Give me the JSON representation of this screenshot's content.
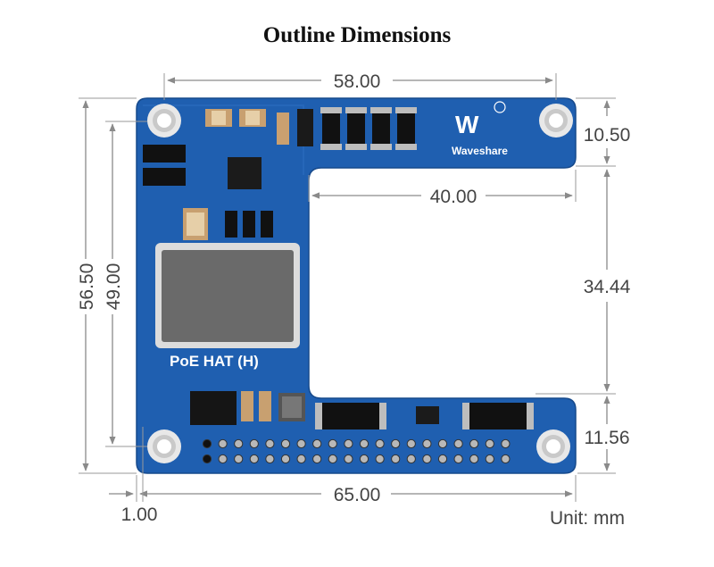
{
  "title": "Outline Dimensions",
  "board": {
    "label": "PoE HAT (H)",
    "brand": "Waveshare",
    "logo_text": "W",
    "color": "#1f5fb0"
  },
  "dimensions": {
    "top_width": "58.00",
    "top_right_height": "10.50",
    "inner_width": "40.00",
    "cutout_height": "34.44",
    "overall_height": "56.50",
    "inner_height": "49.00",
    "bottom_right_height": "11.56",
    "overall_width": "65.00",
    "offset": "1.00"
  },
  "unit_label": "Unit: mm"
}
